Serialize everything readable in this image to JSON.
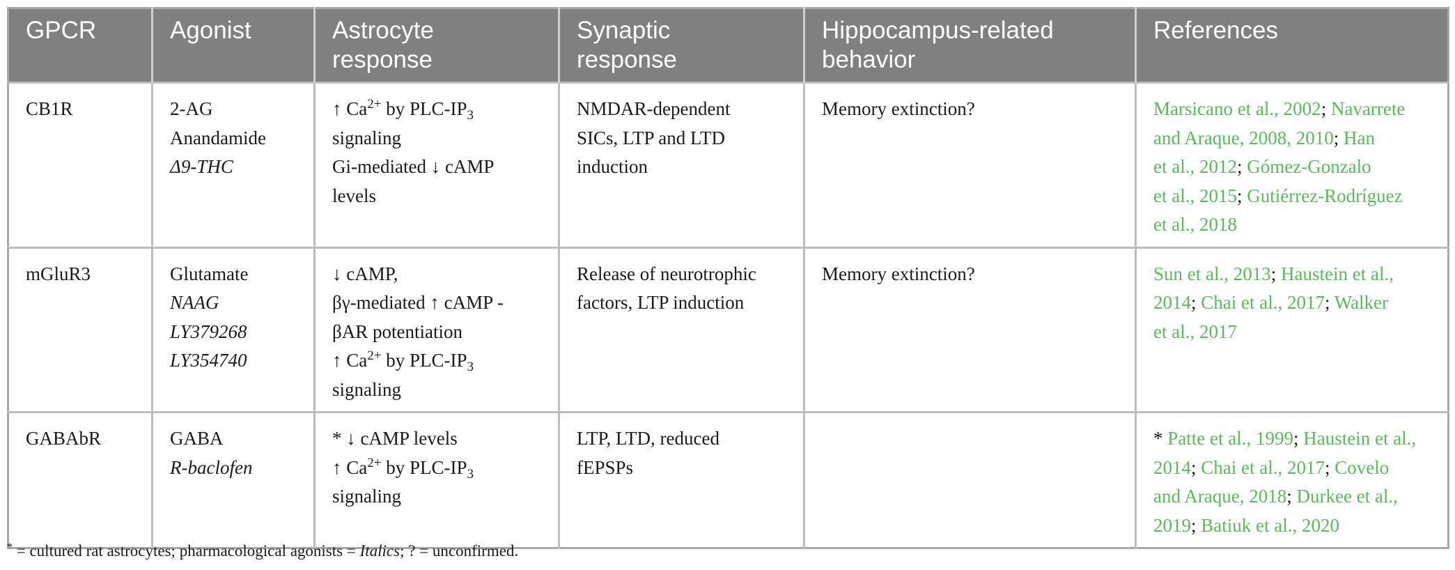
{
  "headers": [
    {
      "line1": "GPCR",
      "line2": ""
    },
    {
      "line1": "Agonist",
      "line2": ""
    },
    {
      "line1": "Astrocyte",
      "line2": "response"
    },
    {
      "line1": "Synaptic",
      "line2": "response"
    },
    {
      "line1": "Hippocampus-related",
      "line2": "behavior"
    },
    {
      "line1": "References",
      "line2": ""
    }
  ],
  "rows": [
    {
      "gpcr": "CB1R",
      "agonists": [
        "2-AG",
        "Anandamide",
        "Δ9-THC"
      ],
      "astro": {
        "l1_pre": "↑ Ca",
        "l1_sup": "2+",
        "l1_mid": " by PLC-IP",
        "l1_sub": "3",
        "l2": "signaling",
        "l3": "Gi-mediated ↓ cAMP",
        "l4": "levels"
      },
      "synaptic": [
        "NMDAR-dependent",
        "SICs, LTP and LTD",
        "induction"
      ],
      "behavior": "Memory extinction?",
      "refs": {
        "l1a": "Marsicano et al., 2002",
        "l1s": "; ",
        "l1b": "Navarrete",
        "l2": "and Araque, 2008, 2010",
        "l2s": "; ",
        "l2b": "Han",
        "l3": "et al., 2012",
        "l3s": "; ",
        "l3b": "Gómez-Gonzalo",
        "l4": "et al., 2015",
        "l4s": "; ",
        "l4b": "Gutiérrez-Rodríguez",
        "l5": "et al., 2018"
      }
    },
    {
      "gpcr": "mGluR3",
      "agonists": [
        "Glutamate",
        "NAAG",
        "LY379268",
        "LY354740"
      ],
      "astro": {
        "l1": "↓ cAMP,",
        "l2": "βγ-mediated ↑ cAMP -",
        "l3": "βAR potentiation",
        "l4_pre": "↑ Ca",
        "l4_sup": "2+",
        "l4_mid": " by PLC-IP",
        "l4_sub": "3",
        "l5": "signaling"
      },
      "synaptic": [
        "Release of neurotrophic",
        "factors, LTP induction"
      ],
      "behavior": "Memory extinction?",
      "refs": {
        "l1a": "Sun et al., 2013",
        "l1s": "; ",
        "l1b": "Haustein et al.,",
        "l2a": "2014",
        "l2s": "; ",
        "l2b": "Chai et al., 2017",
        "l2s2": "; ",
        "l2c": "Walker",
        "l3": "et al., 2017"
      }
    },
    {
      "gpcr": "GABAbR",
      "agonists": [
        "GABA",
        "R-baclofen"
      ],
      "astro": {
        "l1": "* ↓ cAMP levels",
        "l2_pre": "↑ Ca",
        "l2_sup": "2+",
        "l2_mid": " by PLC-IP",
        "l2_sub": "3",
        "l3": "signaling"
      },
      "synaptic": [
        "LTP, LTD, reduced",
        "fEPSPs"
      ],
      "behavior": "",
      "refs": {
        "l1star": "* ",
        "l1a": "Patte et al., 1999",
        "l1s": "; ",
        "l1b": "Haustein et al.,",
        "l2a": "2014",
        "l2s": "; ",
        "l2b": "Chai et al., 2017",
        "l2s2": "; ",
        "l2c": "Covelo",
        "l3a": "and Araque, 2018",
        "l3s": "; ",
        "l3b": "Durkee et al.,",
        "l4a": "2019",
        "l4s": "; ",
        "l4b": "Batiuk et al., 2020"
      }
    }
  ],
  "footnote": {
    "star": "*",
    "part1": " = cultured rat astrocytes; pharmacological agonists = ",
    "italics_word": "Italics",
    "part2": "; ? = unconfirmed."
  },
  "colors": {
    "header_bg": "#808080",
    "header_text": "#ffffff",
    "reference_link": "#5cb85c",
    "border": "#bdbdbd"
  }
}
